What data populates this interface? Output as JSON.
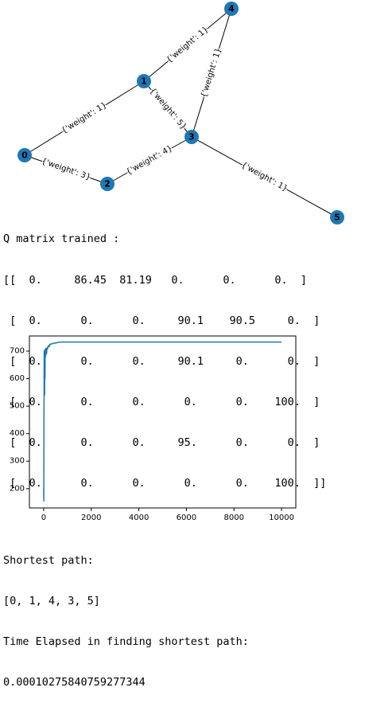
{
  "graph": {
    "nodes": [
      {
        "id": "0",
        "label": "0"
      },
      {
        "id": "1",
        "label": "1"
      },
      {
        "id": "2",
        "label": "2"
      },
      {
        "id": "3",
        "label": "3"
      },
      {
        "id": "4",
        "label": "4"
      },
      {
        "id": "5",
        "label": "5"
      }
    ],
    "edges": [
      {
        "from": "0",
        "to": "1",
        "label": "{'weight': 1}"
      },
      {
        "from": "0",
        "to": "2",
        "label": "{'weight': 3}"
      },
      {
        "from": "1",
        "to": "4",
        "label": "{'weight': 1}"
      },
      {
        "from": "1",
        "to": "3",
        "label": "{'weight': 5}"
      },
      {
        "from": "4",
        "to": "3",
        "label": "{'weight': 1}"
      },
      {
        "from": "2",
        "to": "3",
        "label": "{'weight': 4}"
      },
      {
        "from": "3",
        "to": "5",
        "label": "{'weight': 1}"
      }
    ],
    "node_color": "#1f77b4"
  },
  "q_matrix": {
    "title": "Q matrix trained :",
    "rows": [
      "[[  0.     86.45  81.19   0.      0.      0.  ]",
      " [  0.      0.      0.     90.1    90.5     0.  ]",
      " [  0.      0.      0.     90.1     0.      0.  ]",
      " [  0.      0.      0.      0.      0.    100.  ]",
      " [  0.      0.      0.     95.      0.      0.  ]",
      " [  0.      0.      0.      0.      0.    100.  ]]"
    ]
  },
  "chart_data": {
    "type": "line",
    "xlim": [
      -600,
      10600
    ],
    "ylim": [
      130,
      755
    ],
    "xticks": [
      0,
      2000,
      4000,
      6000,
      8000,
      10000
    ],
    "yticks": [
      200,
      300,
      400,
      500,
      600,
      700
    ],
    "series": [
      {
        "color": "#1f77b4",
        "x": [
          0,
          5,
          10,
          15,
          20,
          25,
          30,
          35,
          40,
          45,
          50,
          55,
          60,
          65,
          70,
          80,
          90,
          100,
          110,
          120,
          140,
          160,
          180,
          200,
          230,
          260,
          300,
          350,
          400,
          450,
          500,
          600,
          800,
          1000,
          2000,
          4000,
          6000,
          8000,
          10000
        ],
        "y": [
          200,
          155,
          460,
          520,
          700,
          560,
          640,
          680,
          540,
          690,
          705,
          600,
          670,
          700,
          690,
          680,
          710,
          700,
          705,
          690,
          712,
          708,
          715,
          720,
          716,
          725,
          724,
          728,
          727,
          730,
          729,
          732,
          733,
          733,
          733,
          733,
          733,
          733,
          733
        ]
      }
    ]
  },
  "output": {
    "shortest_path_label": "Shortest path:",
    "shortest_path_value": "[0, 1, 4, 3, 5]",
    "time_label": "Time Elapsed in finding shortest path:",
    "time_value": "0.00010275840759277344"
  }
}
